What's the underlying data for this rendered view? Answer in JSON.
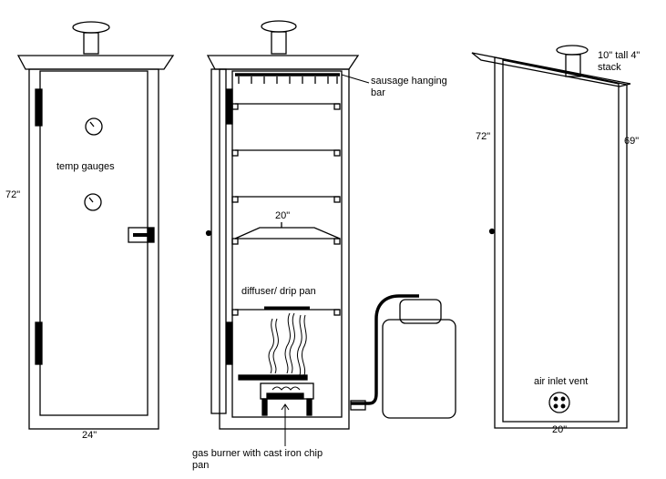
{
  "labels": {
    "temp_gauges": "temp gauges",
    "height_front": "72\"",
    "width_front": "24\"",
    "sausage_bar": "sausage hanging bar",
    "rack_width": "20\"",
    "diffuser": "diffuser/ drip pan",
    "burner": "gas burner with cast iron chip pan",
    "stack": "10\" tall 4\" stack",
    "height_side_front": "72\"",
    "height_side_back": "69\"",
    "air_vent": "air inlet vent",
    "width_side": "20\""
  },
  "colors": {
    "line": "#000000",
    "background": "#ffffff"
  }
}
